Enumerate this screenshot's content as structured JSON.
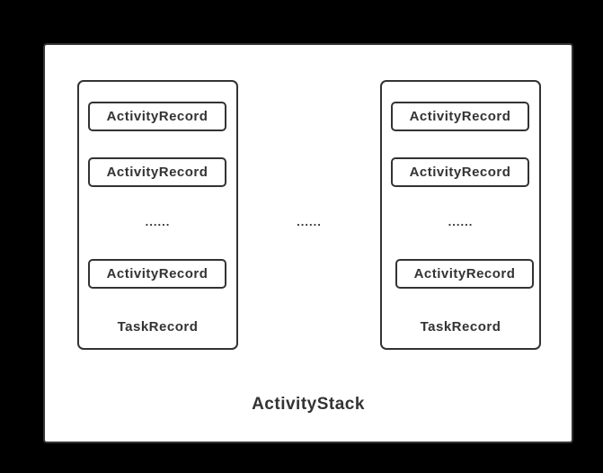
{
  "diagram": {
    "title": "ActivityStack",
    "middle_ellipsis": "......",
    "colors": {
      "background": "#000000",
      "panel_fill": "#ffffff",
      "line": "#333333",
      "text": "#333333"
    },
    "tasks": [
      {
        "label": "TaskRecord",
        "records": [
          "ActivityRecord",
          "ActivityRecord",
          "ActivityRecord"
        ],
        "ellipsis": "......"
      },
      {
        "label": "TaskRecord",
        "records": [
          "ActivityRecord",
          "ActivityRecord",
          "ActivityRecord"
        ],
        "ellipsis": "......"
      }
    ]
  }
}
